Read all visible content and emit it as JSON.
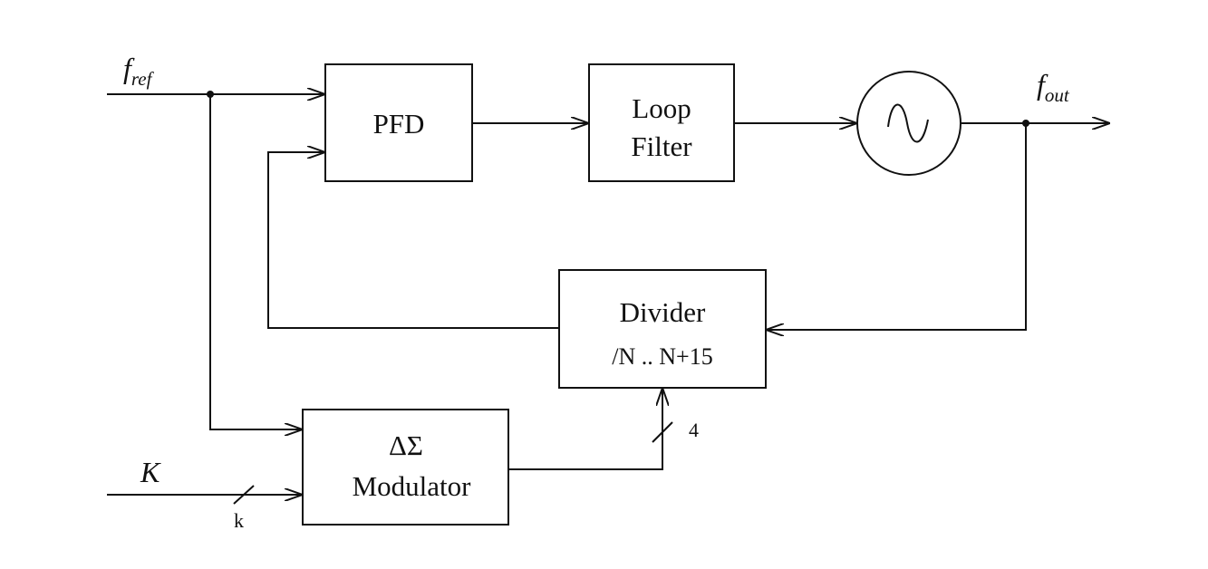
{
  "signals": {
    "f_ref": {
      "base": "f",
      "sub": "ref"
    },
    "f_out": {
      "base": "f",
      "sub": "out"
    },
    "K": "K"
  },
  "blocks": {
    "pfd": "PFD",
    "loop_filter": [
      "Loop",
      "Filter"
    ],
    "divider": {
      "title": "Divider",
      "range": "/N .. N+15"
    },
    "modulator": [
      "ΔΣ",
      "Modulator"
    ]
  },
  "bus_widths": {
    "k": "k",
    "four": "4"
  },
  "icons": {
    "oscillator": "sine-wave-icon"
  },
  "colors": {
    "line": "#111111",
    "background": "#ffffff"
  }
}
